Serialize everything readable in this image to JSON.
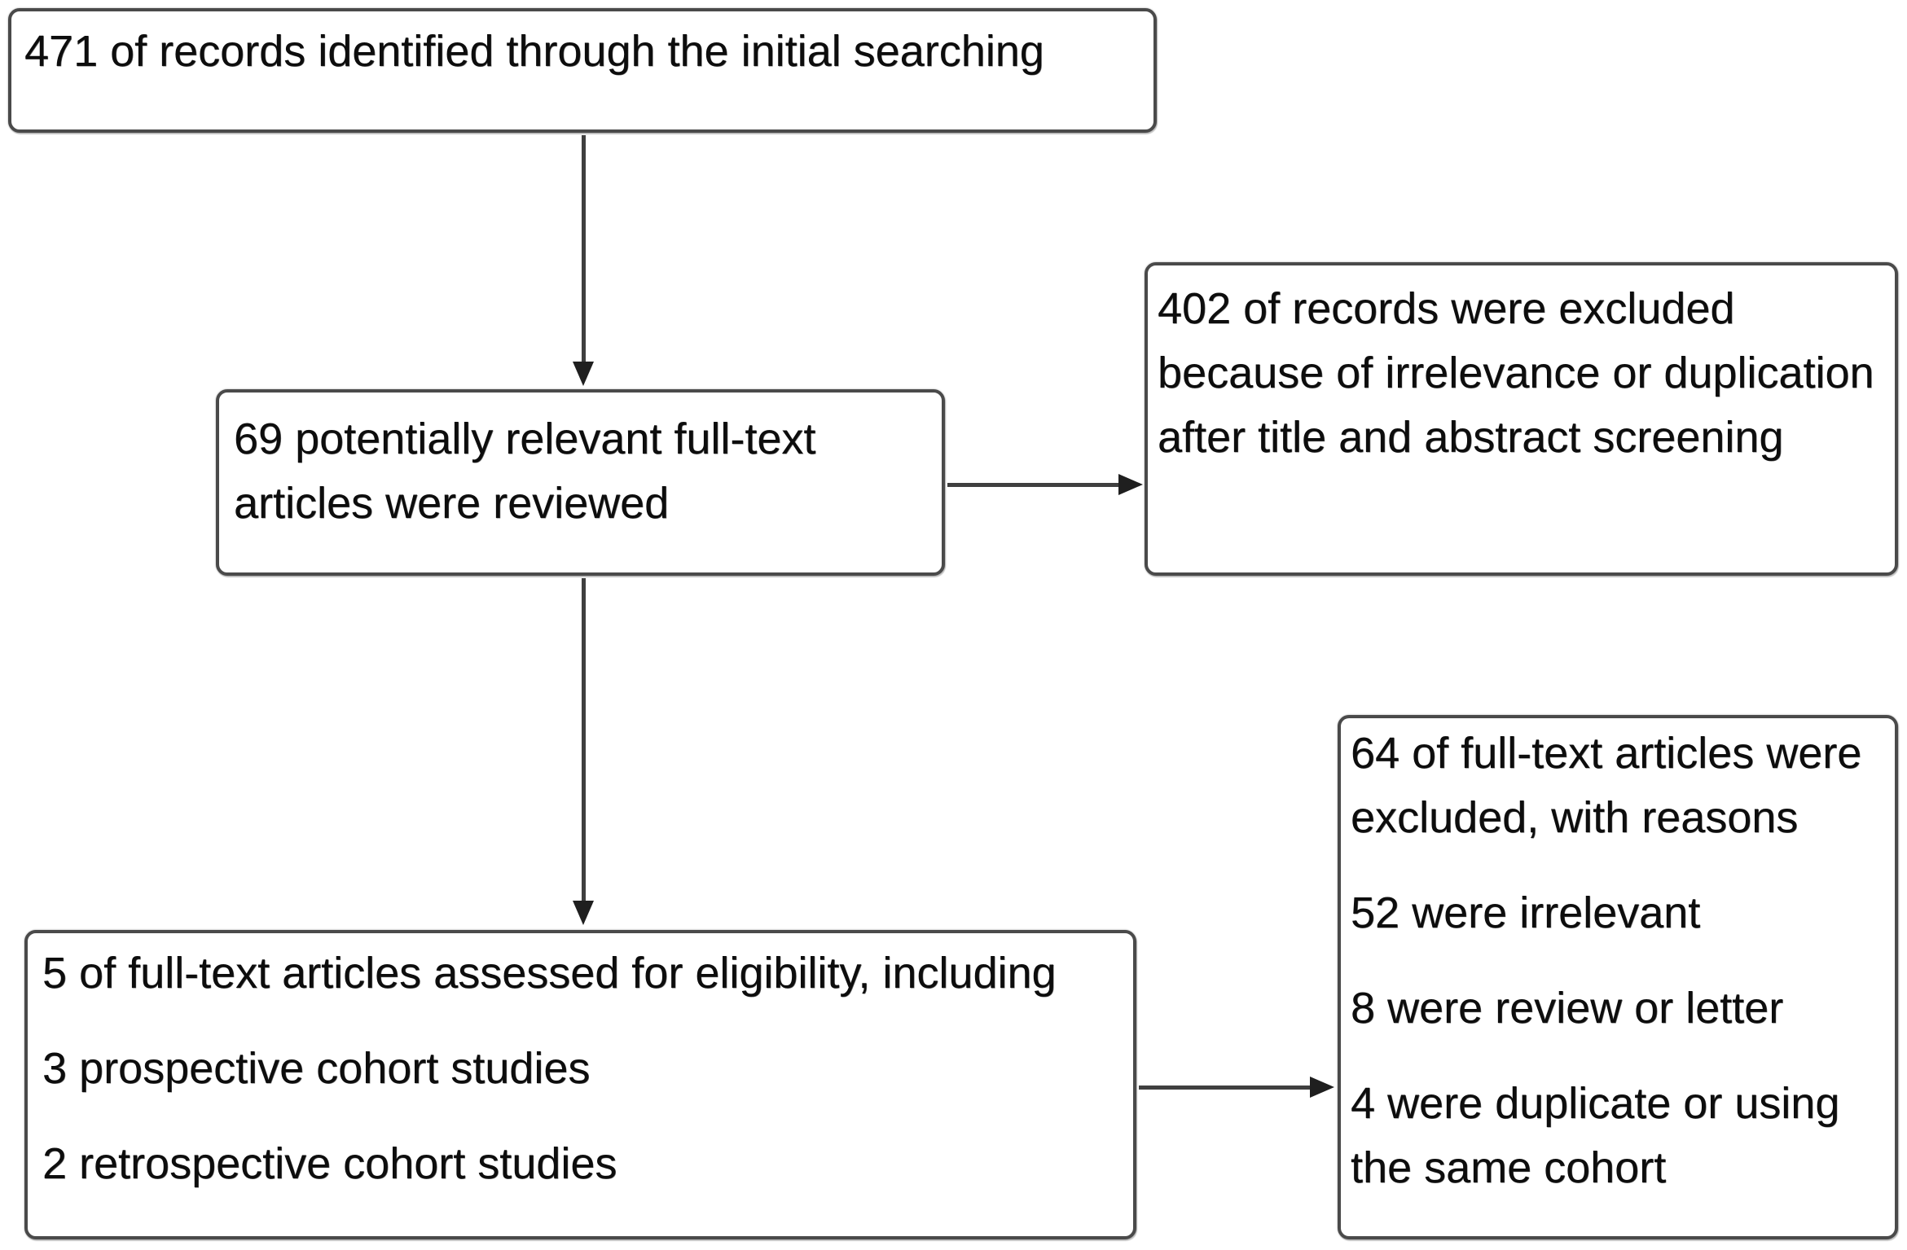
{
  "flowchart": {
    "boxes": [
      {
        "id": "records-identified",
        "paragraphs": [
          "471 of records identified through the initial searching"
        ]
      },
      {
        "id": "articles-reviewed",
        "paragraphs": [
          "69 potentially relevant full-text articles were reviewed"
        ]
      },
      {
        "id": "records-excluded",
        "paragraphs": [
          "402 of records were excluded because of irrelevance or duplication after title and abstract screening"
        ]
      },
      {
        "id": "articles-assessed",
        "paragraphs": [
          "5 of full-text articles assessed for eligibility, including",
          "3 prospective cohort studies",
          "2 retrospective cohort studies"
        ]
      },
      {
        "id": "fulltext-excluded",
        "paragraphs": [
          "64 of full-text articles were excluded, with reasons",
          "52 were irrelevant",
          "8 were review or letter",
          "4 were duplicate or using the same cohort"
        ]
      }
    ],
    "colors": {
      "border": "#4a4a4a",
      "text": "#0d0d0d",
      "arrow_line": "#3f3f3f",
      "arrow_head": "#1f1f1f",
      "background": "#ffffff"
    }
  }
}
